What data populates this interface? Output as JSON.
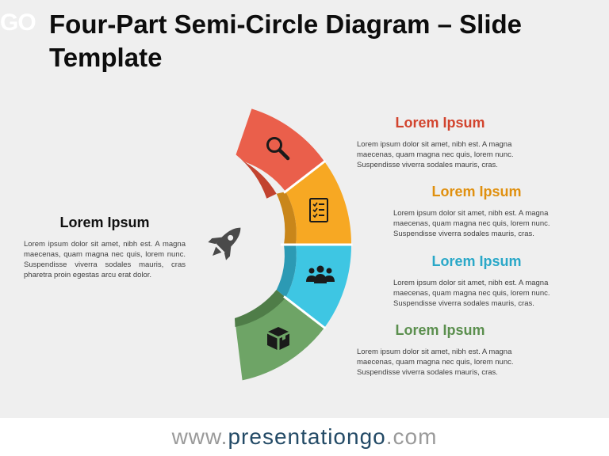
{
  "header": {
    "logo_fragment": "GO",
    "title": "Four-Part Semi-Circle Diagram – Slide Template"
  },
  "left": {
    "heading": "Lorem Ipsum",
    "body": "Lorem ipsum dolor sit amet, nibh est. A magna maecenas, quam magna nec quis, lorem nunc. Suspendisse viverra sodales mauris, cras pharetra proin egestas arcu erat dolor.",
    "icon": "rocket-icon"
  },
  "segments": [
    {
      "color": "#ea5f4b",
      "shade": "#c2432f",
      "icon": "magnifier-icon"
    },
    {
      "color": "#f7a823",
      "shade": "#c9861a",
      "icon": "checklist-icon"
    },
    {
      "color": "#3ec6e3",
      "shade": "#2c9ab4",
      "icon": "group-icon"
    },
    {
      "color": "#6ea466",
      "shade": "#4f7d48",
      "icon": "box-icon"
    }
  ],
  "blocks": [
    {
      "heading": "Lorem Ipsum",
      "body": "Lorem ipsum dolor sit amet, nibh est. A magna maecenas, quam magna nec quis, lorem nunc. Suspendisse viverra sodales mauris, cras."
    },
    {
      "heading": "Lorem Ipsum",
      "body": "Lorem ipsum dolor sit amet, nibh est. A magna maecenas, quam magna nec quis, lorem nunc. Suspendisse viverra sodales mauris, cras."
    },
    {
      "heading": "Lorem Ipsum",
      "body": "Lorem ipsum dolor sit amet, nibh est. A magna maecenas, quam magna nec quis, lorem nunc. Suspendisse viverra sodales mauris, cras."
    },
    {
      "heading": "Lorem Ipsum",
      "body": "Lorem ipsum dolor sit amet, nibh est. A magna maecenas, quam magna nec quis, lorem nunc. Suspendisse viverra sodales mauris, cras."
    }
  ],
  "footer": {
    "prefix": "www.",
    "brand": "presentationgo",
    "suffix": ".com"
  }
}
